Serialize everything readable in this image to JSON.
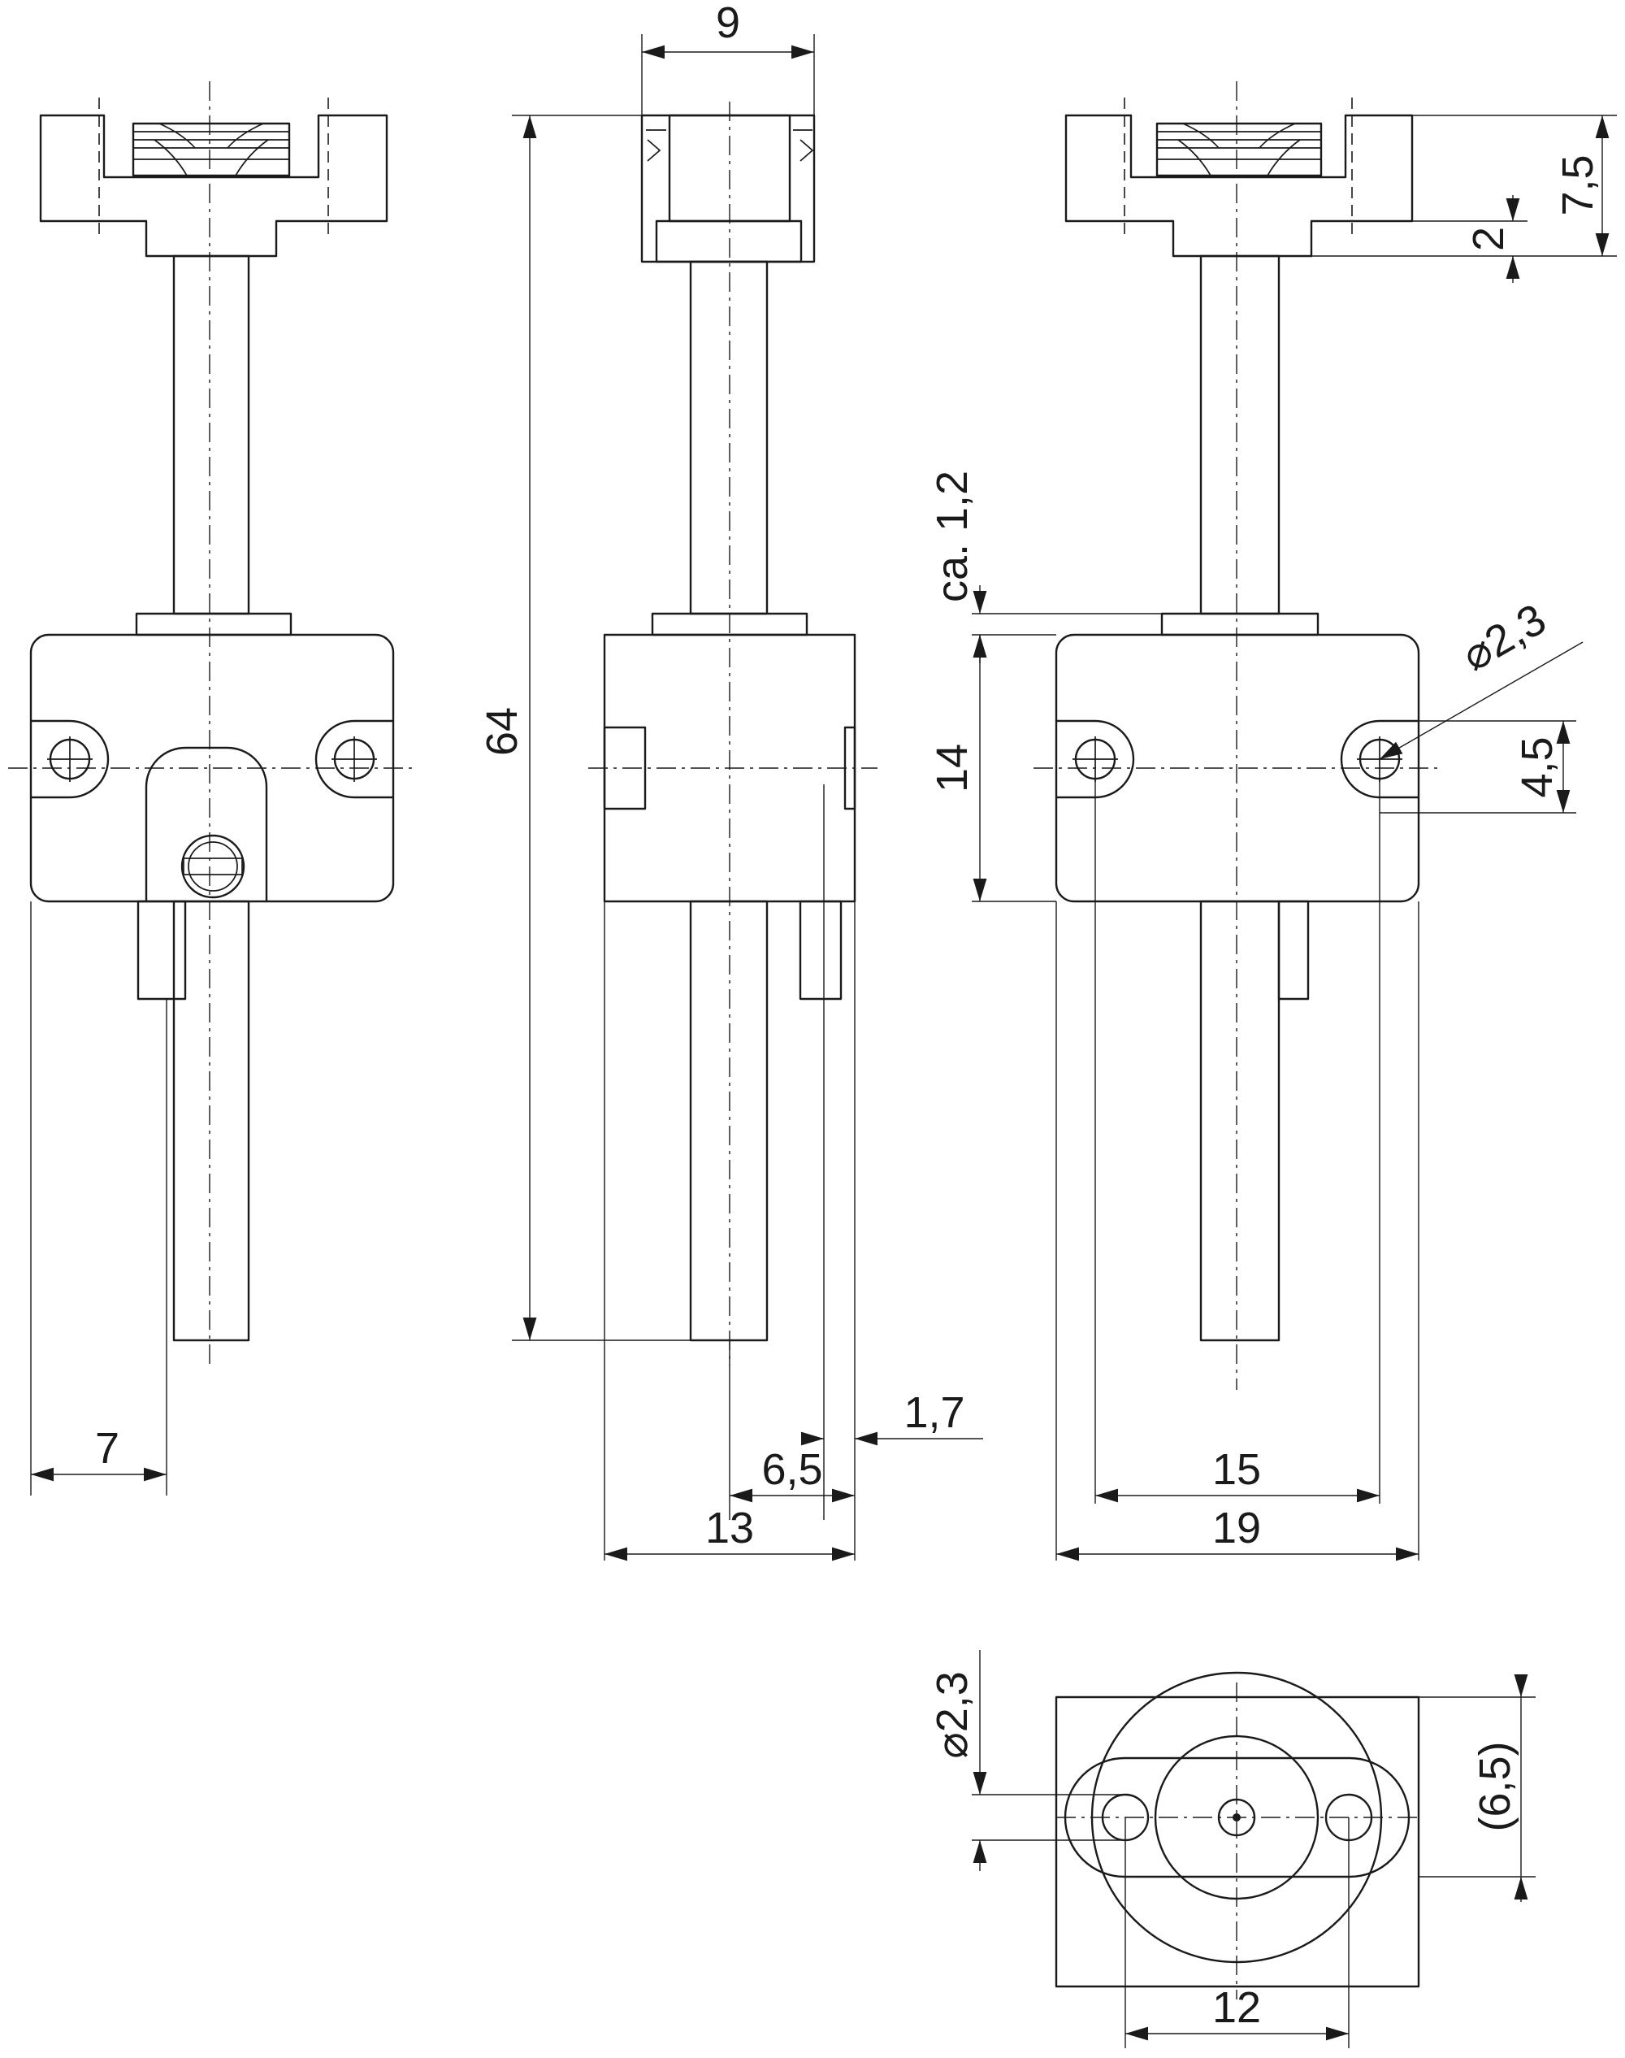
{
  "dims": {
    "d7": "7",
    "d9": "9",
    "d64": "64",
    "d1_7": "1,7",
    "d6_5": "6,5",
    "d13": "13",
    "d7_5": "7,5",
    "d2": "2",
    "dca1_2": "ca. 1,2",
    "d14": "14",
    "dphi2_3": "⌀2,3",
    "d4_5": "4,5",
    "d15": "15",
    "d19": "19",
    "dphi2_3_bottom": "⌀2,3",
    "d6_5_ref": "(6,5)",
    "d12": "12"
  }
}
